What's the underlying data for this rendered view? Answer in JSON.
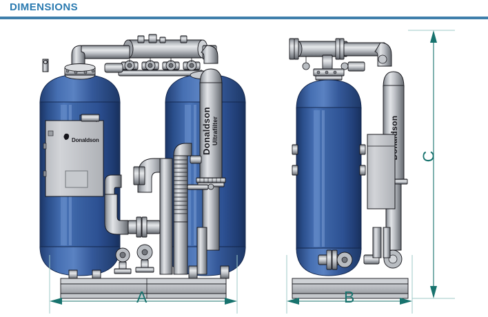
{
  "header": {
    "title": "DIMENSIONS",
    "accent_color": "#2a7ab0",
    "rule_color": "#3f7fab"
  },
  "drawing": {
    "type": "technical-dimension-drawing",
    "subject": "Twin-tower heatless desiccant compressed air dryer with filtration",
    "brand_text": "Donaldson",
    "product_text": "Ultrafilter",
    "views": [
      {
        "name": "front-elevation",
        "position": "left"
      },
      {
        "name": "side-elevation",
        "position": "right"
      }
    ],
    "colors": {
      "vessel_blue": "#2f5596",
      "vessel_blue_dark": "#1d3868",
      "vessel_blue_light": "#4a72b4",
      "metal_light": "#d8dade",
      "metal_mid": "#a8abb1",
      "metal_dark": "#6d7076",
      "outline": "#1a1a20",
      "dimension_teal": "#18736e",
      "extension_line": "#8fc4c2"
    }
  },
  "dimensions": {
    "items": [
      {
        "id": "A",
        "label": "A",
        "orientation": "horizontal",
        "view": "front-elevation",
        "measures": "overall width"
      },
      {
        "id": "B",
        "label": "B",
        "orientation": "horizontal",
        "view": "side-elevation",
        "measures": "overall depth"
      },
      {
        "id": "C",
        "label": "C",
        "orientation": "vertical",
        "view": "side-elevation",
        "measures": "overall height"
      }
    ]
  }
}
